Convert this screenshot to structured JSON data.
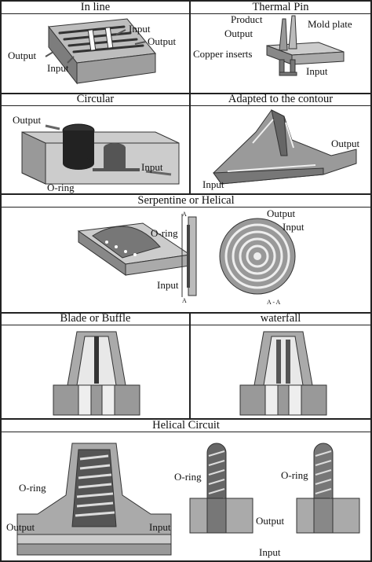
{
  "panels": {
    "in_line": {
      "title": "In line",
      "labels": {
        "input_top": "Input",
        "output_right": "Output",
        "output_left": "Output",
        "input_bottom": "Input"
      }
    },
    "thermal_pin": {
      "title": "Thermal Pin",
      "labels": {
        "product": "Product",
        "output": "Output",
        "mold_plate": "Mold plate",
        "copper_inserts": "Copper inserts",
        "input": "Input"
      }
    },
    "circular": {
      "title": "Circular",
      "labels": {
        "output": "Output",
        "input": "Input",
        "o_ring": "O-ring"
      }
    },
    "contour": {
      "title": "Adapted to the contour",
      "labels": {
        "output": "Output",
        "input": "Input"
      }
    },
    "serpentine": {
      "title": "Serpentine or Helical",
      "labels": {
        "o_ring": "O-ring",
        "input_left": "Input",
        "output": "Output",
        "input_right": "Input",
        "section_a": "A",
        "section_a2": "A",
        "section_aa": "A - A"
      }
    },
    "blade": {
      "title": "Blade or Buffle"
    },
    "waterfall": {
      "title": "waterfall"
    },
    "helical": {
      "title": "Helical Circuit",
      "labels": {
        "o_ring_1": "O-ring",
        "output_1": "Output",
        "input_1": "Input",
        "o_ring_2": "O-ring",
        "output_2": "Output",
        "input_2": "Input",
        "o_ring_3": "O-ring"
      }
    }
  }
}
